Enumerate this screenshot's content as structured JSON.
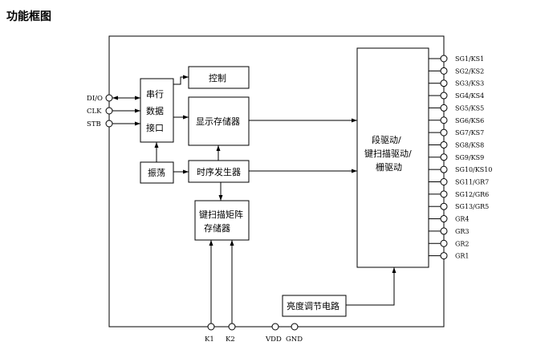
{
  "title": "功能框图",
  "blocks": {
    "serial_interface": [
      "串行",
      "数据",
      "接口"
    ],
    "control": "控制",
    "display_memory": "显示存储器",
    "oscillator": "振荡",
    "timing_generator": "时序发生器",
    "key_scan_matrix_memory": [
      "键扫描矩阵",
      "存储器"
    ],
    "driver": [
      "段驱动/",
      "键扫描驱动/",
      "栅驱动"
    ],
    "brightness_circuit": "亮度调节电路"
  },
  "left_pins": [
    "DI/O",
    "CLK",
    "STB"
  ],
  "right_pins": [
    "SG1/KS1",
    "SG2/KS2",
    "SG3/KS3",
    "SG4/KS4",
    "SG5/KS5",
    "SG6/KS6",
    "SG7/KS7",
    "SG8/KS8",
    "SG9/KS9",
    "SG10/KS10",
    "SG11/GR7",
    "SG12/GR6",
    "SG13/GR5",
    "GR4",
    "GR3",
    "GR2",
    "GR1"
  ],
  "bottom_pins": [
    "K1",
    "K2",
    "VDD",
    "GND"
  ]
}
